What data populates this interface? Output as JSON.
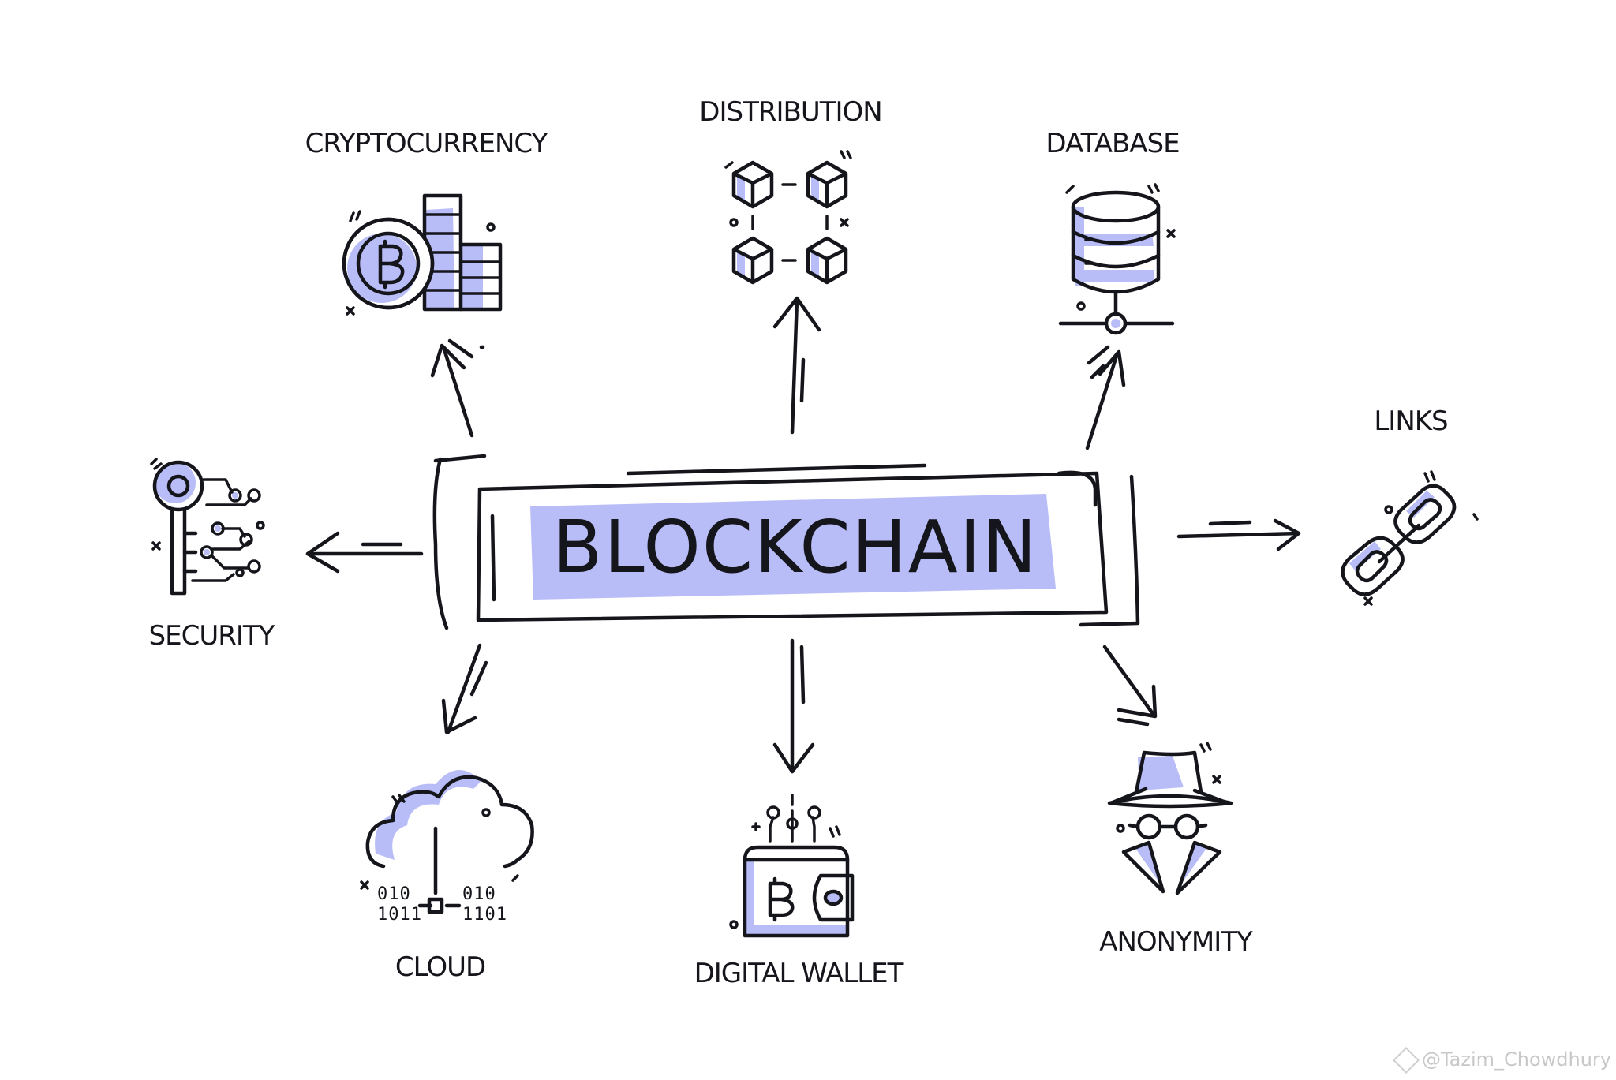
{
  "diagram": {
    "center": {
      "label": "BLOCKCHAIN"
    },
    "nodes": [
      {
        "id": "cryptocurrency",
        "label": "CRYPTOCURRENCY",
        "icon": "coins-bitcoin-icon"
      },
      {
        "id": "distribution",
        "label": "DISTRIBUTION",
        "icon": "connected-cubes-icon"
      },
      {
        "id": "database",
        "label": "DATABASE",
        "icon": "database-server-icon"
      },
      {
        "id": "links",
        "label": "LINKS",
        "icon": "chain-link-icon"
      },
      {
        "id": "security",
        "label": "SECURITY",
        "icon": "circuit-key-icon"
      },
      {
        "id": "cloud",
        "label": "CLOUD",
        "icon": "cloud-binary-icon"
      },
      {
        "id": "digital-wallet",
        "label": "DIGITAL WALLET",
        "icon": "bitcoin-wallet-icon"
      },
      {
        "id": "anonymity",
        "label": "ANONYMITY",
        "icon": "spy-hat-glasses-icon"
      }
    ]
  },
  "colors": {
    "accent": "#b9bdf7",
    "ink": "#15151c",
    "background": "#ffffff"
  },
  "watermark": {
    "text": "@Tazim_Chowdhury"
  }
}
